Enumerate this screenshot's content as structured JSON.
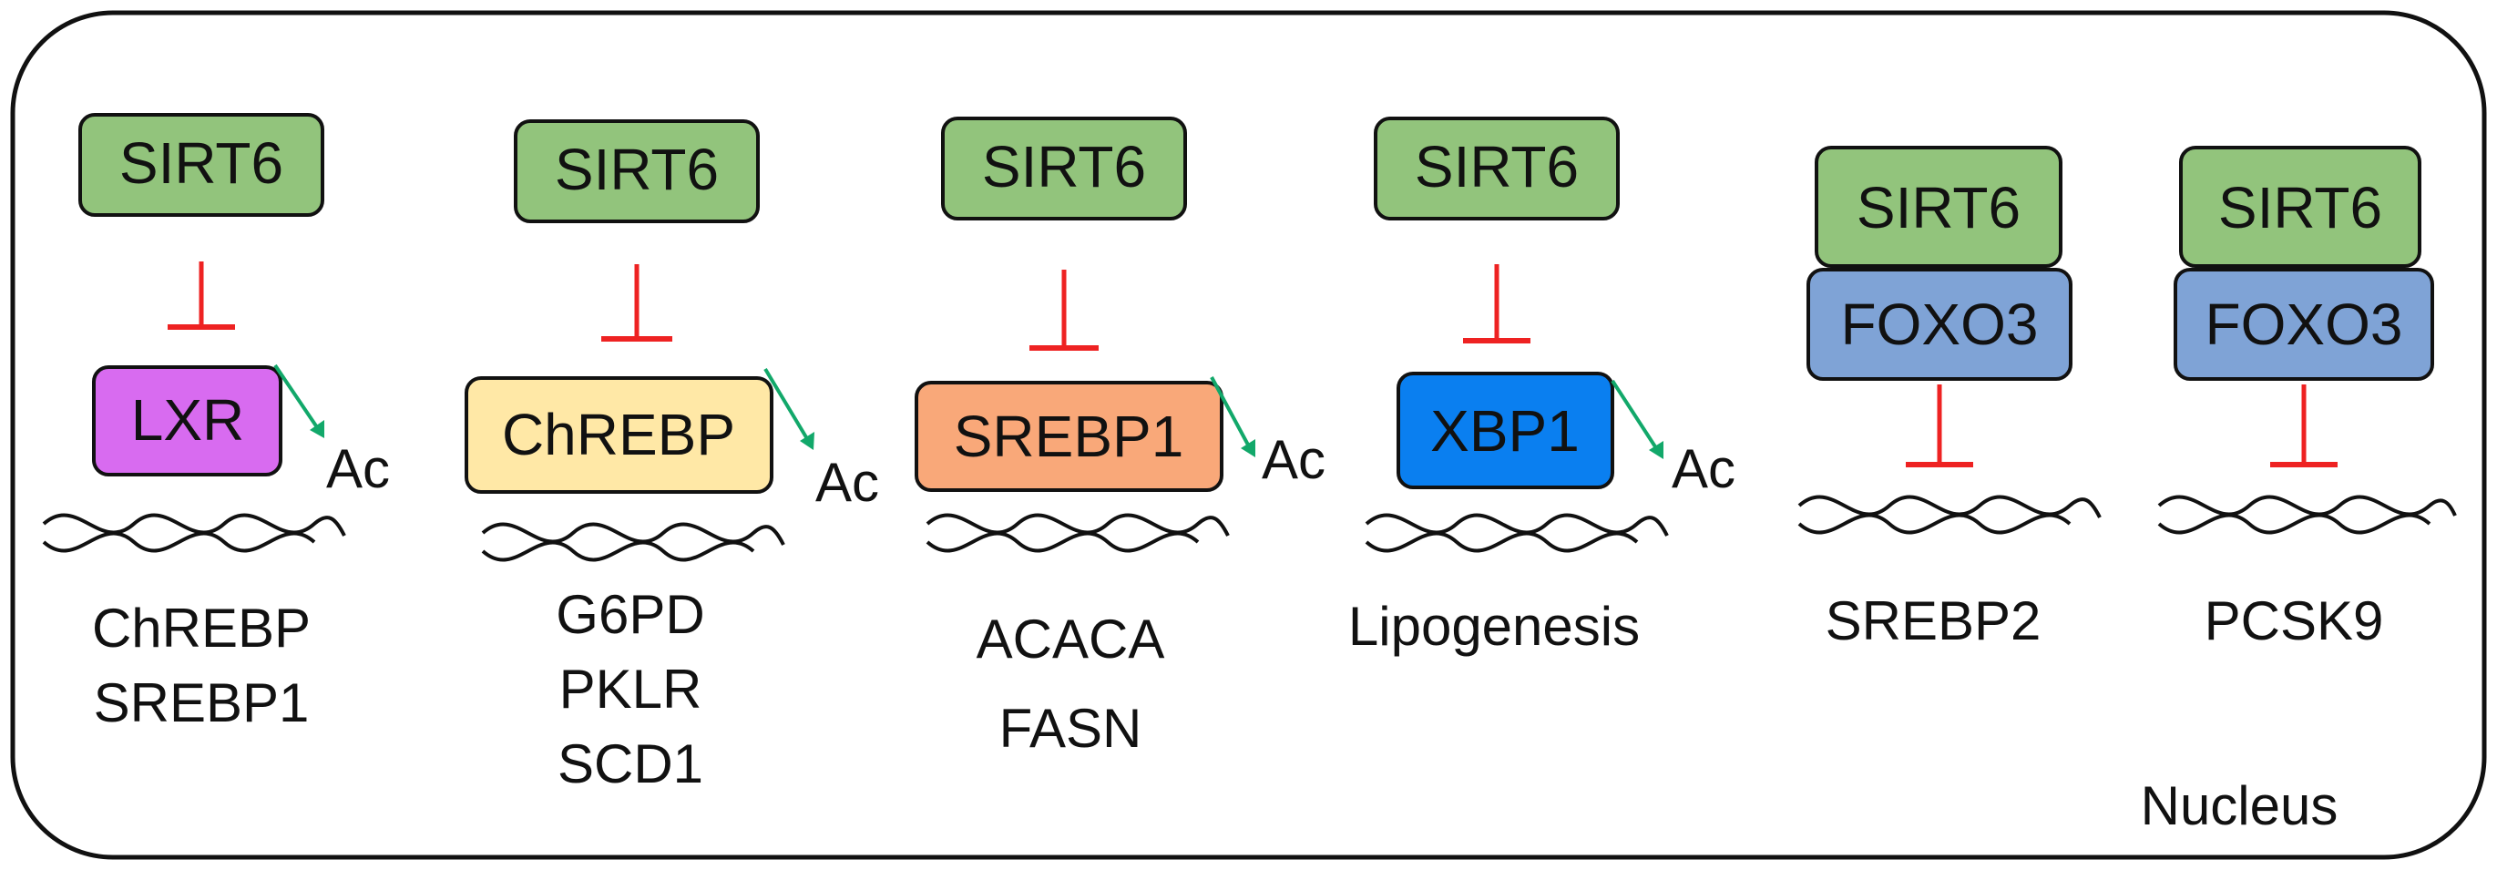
{
  "colors": {
    "sirt6": "#92c47c",
    "foxo3": "#7fa3d6",
    "lxr": "#d86bf0",
    "chrebp": "#ffe8a6",
    "srebp1": "#f9a879",
    "xbp1": "#0a7ff0",
    "inhibit": "#ee2222",
    "acetyl_arrow": "#12a86a",
    "stroke": "#111111"
  },
  "panels": [
    {
      "sirt6": "SIRT6",
      "target": "LXR",
      "acetyl": "Ac",
      "genes": [
        "ChREBP",
        "SREBP1"
      ]
    },
    {
      "sirt6": "SIRT6",
      "target": "ChREBP",
      "acetyl": "Ac",
      "genes": [
        "G6PD",
        "PKLR",
        "SCD1"
      ]
    },
    {
      "sirt6": "SIRT6",
      "target": "SREBP1",
      "acetyl": "Ac",
      "genes": [
        "ACACA",
        "FASN"
      ]
    },
    {
      "sirt6": "SIRT6",
      "target": "XBP1",
      "acetyl": "Ac",
      "genes": [
        "Lipogenesis"
      ]
    },
    {
      "sirt6": "SIRT6",
      "partner": "FOXO3",
      "genes": [
        "SREBP2"
      ]
    },
    {
      "sirt6": "SIRT6",
      "partner": "FOXO3",
      "genes": [
        "PCSK9"
      ]
    }
  ],
  "compartment_label": "Nucleus"
}
